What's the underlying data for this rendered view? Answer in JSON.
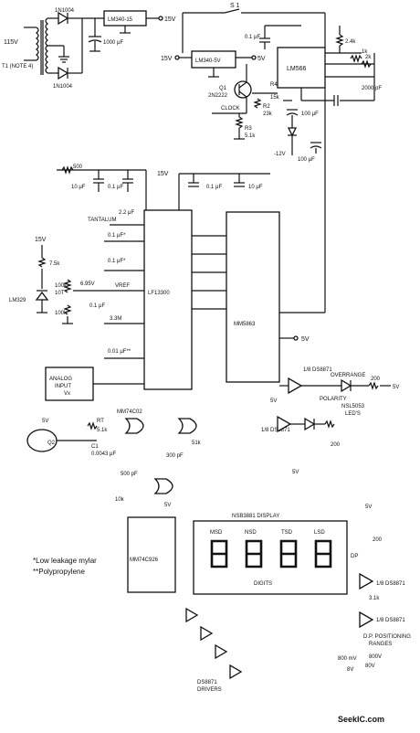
{
  "power": {
    "rect_pos": "1N1004",
    "rect_neg": "1N1004",
    "transformer": "115V",
    "transformer_note": "T1 (NOTE 4)",
    "reg15": "LM340-15",
    "reg15_out": "15V",
    "cap1000": "1000 μF",
    "reg5": "LM340-5V",
    "reg5_in": "15V",
    "reg5_out": "5V",
    "cap01_top": "0.1 μF",
    "lm566": "LM566",
    "r_24k": "2.4k",
    "r_1k": "1k",
    "r_2k": "2k",
    "c_2000p": "2000 pF",
    "q1_name": "Q1",
    "q1_part": "2N2222",
    "r_r4": "R4",
    "r_15k": "15k",
    "r_r2": "R2",
    "r_23k": "23k",
    "r_r3": "R3",
    "r_51k": "5.1k",
    "clock": "CLOCK",
    "c_100u": "100 μF",
    "neg12": "-12V",
    "c_100u_b": "100 μF",
    "s1": "S 1",
    "v15a": "15V",
    "v5a": "5V"
  },
  "converter": {
    "r500": "500",
    "c10a": "10 μF",
    "c01a": "0.1 μF",
    "v15": "15V",
    "c01b": "0.1 μF",
    "c10b": "10 μF",
    "tantalum": "TANTALUM",
    "c22": "2.2 μF",
    "c01s1": "0.1 μF*",
    "c01s2": "0.1 μF*",
    "v15b": "15V",
    "r75k": "7.5k",
    "lm329": "LM329",
    "r100k": "100k",
    "r10t": "10T",
    "r100kb": "100k",
    "vref": "6.95V",
    "vref_label": "VREF",
    "c01c": "0.1 μF",
    "r33m": "3.3M",
    "c001": "0.01 μF**",
    "lf13300": "LF13300",
    "mm5863": "MM5863",
    "analog": "ANALOG",
    "input": "INPUT",
    "vx": "Vx",
    "v5": "5V",
    "overrange": "OVERRANGE",
    "polarity": "POLARITY",
    "ds8871_a": "1/8 DS8871",
    "ds8871_b": "1/8 DS8871",
    "leds": "NSL5053",
    "leds2": "LED'S",
    "r200a": "200",
    "r200b": "200",
    "v5b": "5V",
    "v5c": "5V",
    "v5d": "5V"
  },
  "logic": {
    "v5": "5V",
    "q2": "Q2",
    "rt": "RT",
    "r51k": "5.1k",
    "c1": "C1",
    "c0043": "0.0043 μF",
    "mm74c02": "MM74C02",
    "r51kb": "51k",
    "c300p": "300 pF",
    "c500p": "500 pF",
    "r10k": "10k",
    "mm74c926": "MM74C926",
    "v5c": "5V",
    "display": "NSB3881 DISPLAY",
    "msd": "MSD",
    "nsd": "NSD",
    "tsd": "TSD",
    "lsd": "LSD",
    "digits": "DIGITS",
    "dp": "DP",
    "drivers_part": "DS8871",
    "drivers": "DRIVERS",
    "v5r": "5V",
    "r200c": "200",
    "ds8871_c": "1/8 DS8871",
    "r31k": "3.1k",
    "ds8871_d": "1/8 DS8871",
    "dp_pos": "D.P. POSITIONING",
    "ranges": "RANGES",
    "r_800mv": "800 mV",
    "r_8v": "8V",
    "r_80v": "80V",
    "r_800v": "800V"
  },
  "notes": {
    "n1": "*Low leakage mylar",
    "n2": "**Polypropylene"
  },
  "watermark": "SeekIC.com"
}
